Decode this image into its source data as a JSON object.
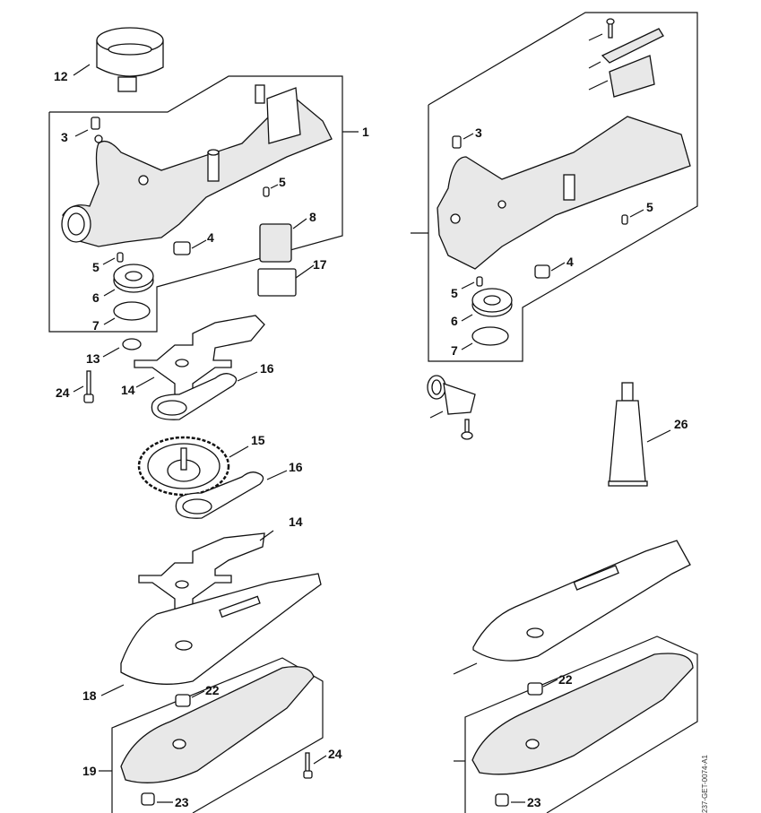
{
  "diagram": {
    "type": "exploded-parts-view",
    "drawing_code": "237-GET-0074-A1",
    "labels": {
      "l1": "1",
      "l3": "3",
      "l4": "4",
      "l5a": "5",
      "l5b": "5",
      "l6": "6",
      "l7": "7",
      "l8": "8",
      "l12": "12",
      "l13": "13",
      "l14a": "14",
      "l14b": "14",
      "l15": "15",
      "l16a": "16",
      "l16b": "16",
      "l17": "17",
      "l18": "18",
      "l19": "19",
      "l22": "22",
      "l23": "23",
      "l24a": "24",
      "l24b": "24",
      "r3": "3",
      "r4": "4",
      "r5a": "5",
      "r5b": "5",
      "r6": "6",
      "r7": "7",
      "r22": "22",
      "r23": "23",
      "r26": "26"
    }
  }
}
